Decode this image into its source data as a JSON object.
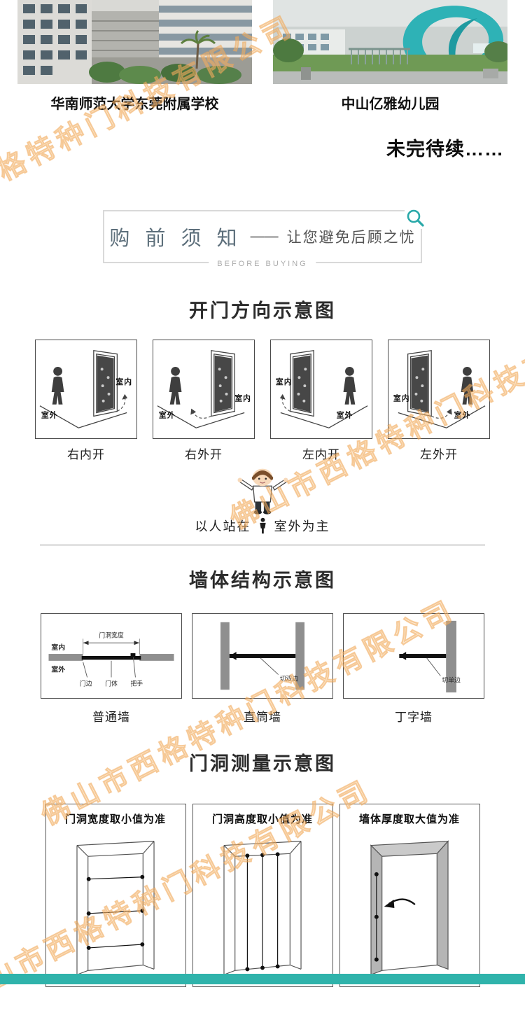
{
  "page": {
    "watermark_text": "佛山市西格特种门科技有限公司",
    "footer_color": "#2fb3ab"
  },
  "cases": {
    "photos": [
      {
        "caption": "华南师范大学东莞附属学校"
      },
      {
        "caption": "中山亿雅幼儿园"
      }
    ],
    "to_be_continued": "未完待续……"
  },
  "notice": {
    "title": "购 前 须 知",
    "dash": "——",
    "subtitle": "让您避免后顾之忧",
    "subtitle_en": "BEFORE BUYING"
  },
  "door_direction": {
    "title": "开门方向示意图",
    "indoor_label": "室内",
    "outdoor_label": "室外",
    "items": [
      {
        "label": "右内开"
      },
      {
        "label": "右外开"
      },
      {
        "label": "左内开"
      },
      {
        "label": "左外开"
      }
    ],
    "note_prefix": "以人站在",
    "note_suffix": "室外为主"
  },
  "wall_structure": {
    "title": "墙体结构示意图",
    "normal": {
      "label": "普通墙",
      "indoor": "室内",
      "outdoor": "室外",
      "width": "门洞宽度",
      "edge": "门边",
      "body": "门体",
      "handle": "把手"
    },
    "straight": {
      "label": "直筒墙",
      "cut": "切双边"
    },
    "tee": {
      "label": "丁字墙",
      "cut": "切单边"
    }
  },
  "measure": {
    "title": "门洞测量示意图",
    "items": [
      {
        "label": "门洞宽度取小值为准"
      },
      {
        "label": "门洞高度取小值为准"
      },
      {
        "label": "墙体厚度取大值为准"
      }
    ]
  }
}
